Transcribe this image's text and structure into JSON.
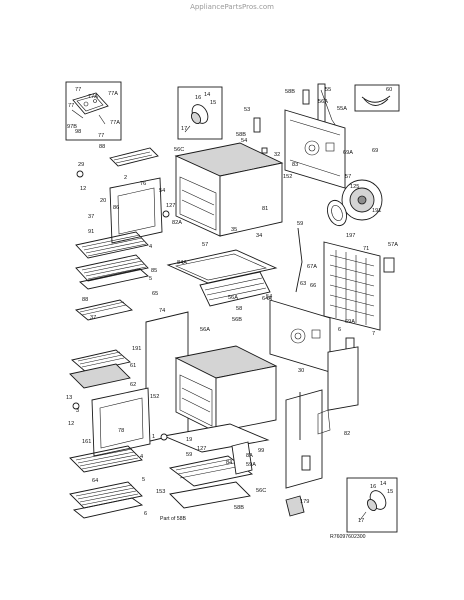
{
  "watermark": "AppliancePartsPros.com",
  "diagram_code": "R76097602300",
  "callouts": [
    {
      "id": "c77a",
      "text": "77"
    },
    {
      "id": "c77b",
      "text": "77A"
    },
    {
      "id": "c77c",
      "text": "77A"
    },
    {
      "id": "c77d",
      "text": "77"
    },
    {
      "id": "c97b",
      "text": "97B"
    },
    {
      "id": "c98",
      "text": "98"
    },
    {
      "id": "c77e",
      "text": "77"
    },
    {
      "id": "c77f",
      "text": "77A"
    },
    {
      "id": "c16a",
      "text": "16"
    },
    {
      "id": "c14a",
      "text": "14"
    },
    {
      "id": "c15a",
      "text": "15"
    },
    {
      "id": "c17a",
      "text": "17"
    },
    {
      "id": "c53",
      "text": "53"
    },
    {
      "id": "c58b",
      "text": "58B"
    },
    {
      "id": "c54a",
      "text": "54"
    },
    {
      "id": "c55",
      "text": "55"
    },
    {
      "id": "c55a",
      "text": "55A"
    },
    {
      "id": "c60",
      "text": "60"
    },
    {
      "id": "c69a",
      "text": "69A"
    },
    {
      "id": "c69",
      "text": "69"
    },
    {
      "id": "c88",
      "text": "88"
    },
    {
      "id": "c56c",
      "text": "56C"
    },
    {
      "id": "c58b2",
      "text": "58B"
    },
    {
      "id": "c56a",
      "text": "56A"
    },
    {
      "id": "c29",
      "text": "29"
    },
    {
      "id": "c12",
      "text": "12"
    },
    {
      "id": "c76",
      "text": "76"
    },
    {
      "id": "c2",
      "text": "2"
    },
    {
      "id": "c54",
      "text": "54"
    },
    {
      "id": "c32",
      "text": "32"
    },
    {
      "id": "c83",
      "text": "83"
    },
    {
      "id": "c57",
      "text": "57"
    },
    {
      "id": "c125",
      "text": "125"
    },
    {
      "id": "c152",
      "text": "152"
    },
    {
      "id": "c191",
      "text": "191"
    },
    {
      "id": "c197",
      "text": "197"
    },
    {
      "id": "c20",
      "text": "20"
    },
    {
      "id": "c86",
      "text": "86"
    },
    {
      "id": "c37",
      "text": "37"
    },
    {
      "id": "c127",
      "text": "127"
    },
    {
      "id": "c82a",
      "text": "82A"
    },
    {
      "id": "c35",
      "text": "35"
    },
    {
      "id": "c34",
      "text": "34"
    },
    {
      "id": "c81",
      "text": "81"
    },
    {
      "id": "c59",
      "text": "59"
    },
    {
      "id": "c91",
      "text": "91"
    },
    {
      "id": "c71",
      "text": "71"
    },
    {
      "id": "c57a",
      "text": "57A"
    },
    {
      "id": "c4",
      "text": "4"
    },
    {
      "id": "c84a",
      "text": "84A"
    },
    {
      "id": "c67a",
      "text": "67A"
    },
    {
      "id": "c85",
      "text": "85"
    },
    {
      "id": "c5",
      "text": "5"
    },
    {
      "id": "c88b",
      "text": "88"
    },
    {
      "id": "c56a2",
      "text": "56A"
    },
    {
      "id": "c65",
      "text": "65"
    },
    {
      "id": "c63",
      "text": "63"
    },
    {
      "id": "c58",
      "text": "58"
    },
    {
      "id": "c66",
      "text": "66"
    },
    {
      "id": "c54b",
      "text": "54"
    },
    {
      "id": "c74",
      "text": "74"
    },
    {
      "id": "c69a2",
      "text": "69A"
    },
    {
      "id": "c64a",
      "text": "64A"
    },
    {
      "id": "c56b",
      "text": "56B"
    },
    {
      "id": "c37b",
      "text": "37"
    },
    {
      "id": "c56a3",
      "text": "56A"
    },
    {
      "id": "c191b",
      "text": "191"
    },
    {
      "id": "c61",
      "text": "61"
    },
    {
      "id": "c62",
      "text": "62"
    },
    {
      "id": "c6",
      "text": "6"
    },
    {
      "id": "c30",
      "text": "30"
    },
    {
      "id": "c64",
      "text": "64"
    },
    {
      "id": "c7",
      "text": "7"
    },
    {
      "id": "c3",
      "text": "3"
    },
    {
      "id": "c12b",
      "text": "12"
    },
    {
      "id": "c152b",
      "text": "152"
    },
    {
      "id": "c78",
      "text": "78"
    },
    {
      "id": "c1",
      "text": "1"
    },
    {
      "id": "c127b",
      "text": "127"
    },
    {
      "id": "c82",
      "text": "82"
    },
    {
      "id": "c161",
      "text": "161"
    },
    {
      "id": "c99",
      "text": "99"
    },
    {
      "id": "c59b",
      "text": "59"
    },
    {
      "id": "c8a",
      "text": "8A"
    },
    {
      "id": "c84",
      "text": "84"
    },
    {
      "id": "c59a",
      "text": "59A"
    },
    {
      "id": "c4b",
      "text": "4"
    },
    {
      "id": "c56c2",
      "text": "56C"
    },
    {
      "id": "c153",
      "text": "153"
    },
    {
      "id": "c5b",
      "text": "5"
    },
    {
      "id": "c6b",
      "text": "6"
    },
    {
      "id": "c58b3",
      "text": "58B"
    },
    {
      "id": "c179",
      "text": "179"
    },
    {
      "id": "c16b",
      "text": "16"
    },
    {
      "id": "c14b",
      "text": "14"
    },
    {
      "id": "c15b",
      "text": "15"
    },
    {
      "id": "c17b",
      "text": "17"
    },
    {
      "id": "c57b",
      "text": "57"
    },
    {
      "id": "c13",
      "text": "13"
    },
    {
      "id": "c19",
      "text": "19"
    }
  ],
  "part_note": "Part of 58B"
}
